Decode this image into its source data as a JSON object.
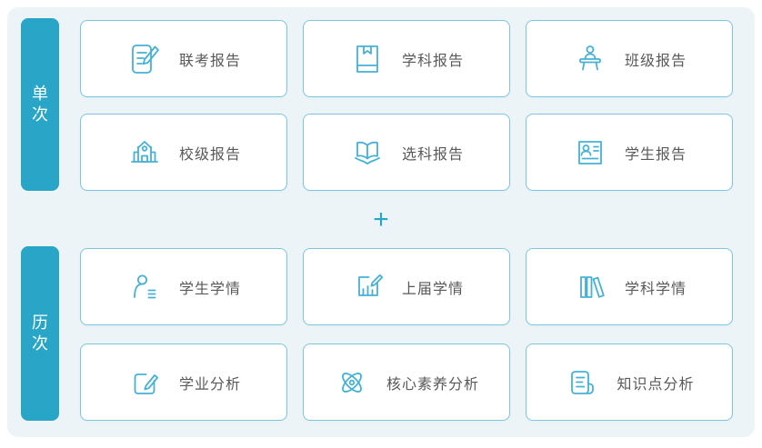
{
  "colors": {
    "accent_teal": "#29a6c7",
    "card_border": "#7cc7de",
    "panel_background": "#edf4f8",
    "icon_stroke": "#45b1d5",
    "label_text": "#595959"
  },
  "plus_label": "+",
  "sections": [
    {
      "id": "single",
      "label": "单次",
      "chars": [
        "单",
        "次"
      ],
      "cards": [
        {
          "label": "联考报告",
          "icon": "joint-exam-report-icon"
        },
        {
          "label": "学科报告",
          "icon": "subject-report-icon"
        },
        {
          "label": "班级报告",
          "icon": "class-report-icon"
        },
        {
          "label": "校级报告",
          "icon": "school-report-icon"
        },
        {
          "label": "选科报告",
          "icon": "elective-report-icon"
        },
        {
          "label": "学生报告",
          "icon": "student-report-icon"
        }
      ]
    },
    {
      "id": "history",
      "label": "历次",
      "chars": [
        "历",
        "次"
      ],
      "cards": [
        {
          "label": "学生学情",
          "icon": "student-learning-icon"
        },
        {
          "label": "上届学情",
          "icon": "previous-cohort-learning-icon"
        },
        {
          "label": "学科学情",
          "icon": "subject-learning-icon"
        },
        {
          "label": "学业分析",
          "icon": "academic-analysis-icon"
        },
        {
          "label": "核心素养分析",
          "icon": "competency-analysis-icon"
        },
        {
          "label": "知识点分析",
          "icon": "knowledge-point-analysis-icon"
        }
      ]
    }
  ]
}
